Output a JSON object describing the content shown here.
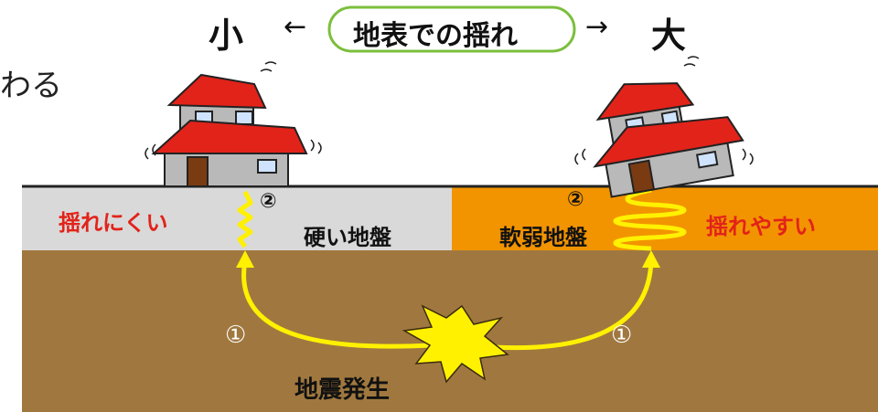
{
  "header": {
    "small": "小",
    "arrow_left": "←",
    "title": "地表での揺れ",
    "arrow_right": "→",
    "large": "大"
  },
  "left_text_fragment": "わる",
  "ground": {
    "hard": {
      "shake_label": "揺れにくい",
      "marker": "②",
      "ground_label": "硬い地盤"
    },
    "soft": {
      "marker": "②",
      "ground_label": "軟弱地盤",
      "shake_label": "揺れやすい"
    },
    "wave_left_marker": "①",
    "wave_right_marker": "①",
    "epicenter_label": "地震発生"
  },
  "colors": {
    "hard_ground": "#d9d9d9",
    "soft_ground": "#f29400",
    "bedrock": "#a0783f",
    "wave": "#fff100",
    "roof": "#e2231a",
    "wall": "#b9b9b9",
    "alert_text": "#e2231a"
  }
}
